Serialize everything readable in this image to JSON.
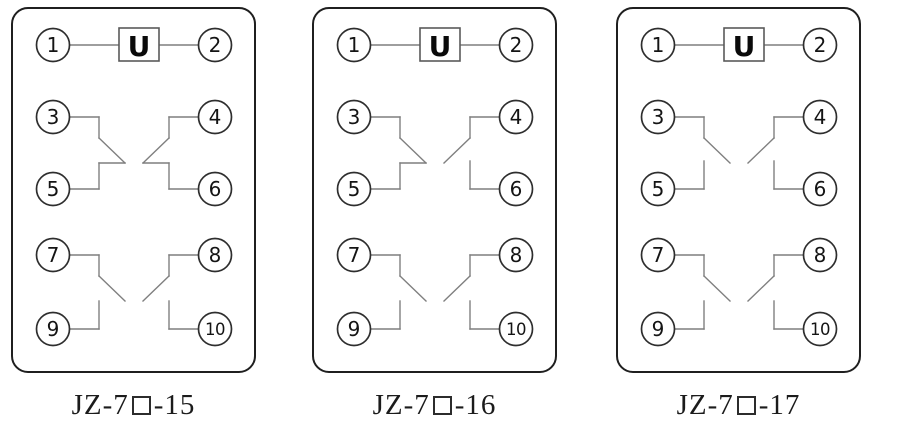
{
  "colors": {
    "background": "#ffffff",
    "panel_border": "#1f1f1f",
    "wire": "#7f7f7f",
    "ink": "#141414"
  },
  "panels": [
    {
      "label": {
        "full": "JZ-7□-15",
        "prefix": "JZ-7",
        "suffix": "-15"
      },
      "coil": {
        "left_terminal": "1",
        "right_terminal": "2",
        "symbol": "U"
      },
      "contact_groups": [
        {
          "top_left": "3",
          "top_right": "4",
          "bottom_left": "5",
          "bottom_right": "6",
          "left_contact": "closed",
          "right_contact": "closed"
        },
        {
          "top_left": "7",
          "top_right": "8",
          "bottom_left": "9",
          "bottom_right": "10",
          "left_contact": "open",
          "right_contact": "open"
        }
      ]
    },
    {
      "label": {
        "full": "JZ-7□-16",
        "prefix": "JZ-7",
        "suffix": "-16"
      },
      "coil": {
        "left_terminal": "1",
        "right_terminal": "2",
        "symbol": "U"
      },
      "contact_groups": [
        {
          "top_left": "3",
          "top_right": "4",
          "bottom_left": "5",
          "bottom_right": "6",
          "left_contact": "closed",
          "right_contact": "open"
        },
        {
          "top_left": "7",
          "top_right": "8",
          "bottom_left": "9",
          "bottom_right": "10",
          "left_contact": "open",
          "right_contact": "open"
        }
      ]
    },
    {
      "label": {
        "full": "JZ-7□-17",
        "prefix": "JZ-7",
        "suffix": "-17"
      },
      "coil": {
        "left_terminal": "1",
        "right_terminal": "2",
        "symbol": "U"
      },
      "contact_groups": [
        {
          "top_left": "3",
          "top_right": "4",
          "bottom_left": "5",
          "bottom_right": "6",
          "left_contact": "open",
          "right_contact": "open"
        },
        {
          "top_left": "7",
          "top_right": "8",
          "bottom_left": "9",
          "bottom_right": "10",
          "left_contact": "open",
          "right_contact": "open"
        }
      ]
    }
  ]
}
